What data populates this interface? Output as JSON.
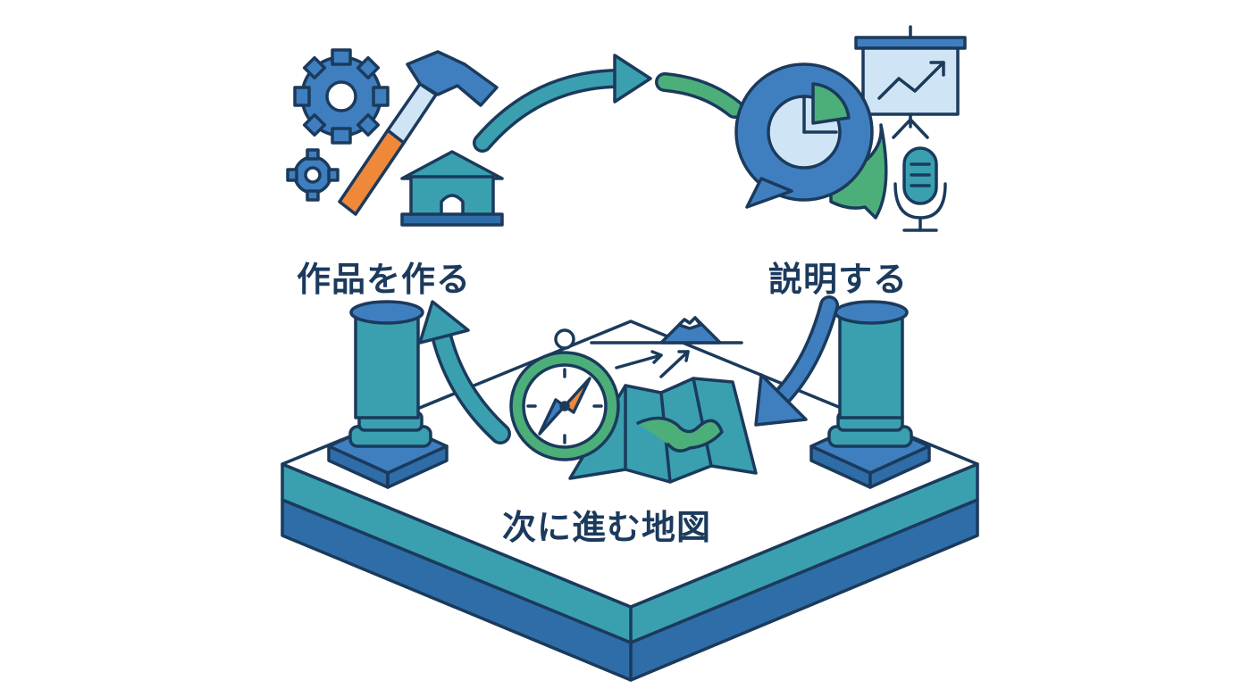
{
  "steps": {
    "make": "作品を作る",
    "explain": "説明する",
    "next_map": "次に進む地図"
  },
  "colors": {
    "outline": "#1b3a5c",
    "blue": "#3f7fbf",
    "teal": "#3aa0b0",
    "green": "#4caf7a",
    "orange": "#f0883a",
    "light_blue": "#cfe5f5"
  },
  "icons": [
    "gear-icon",
    "hammer-icon",
    "house-icon",
    "speech-bubble-icon",
    "pie-chart-icon",
    "presentation-board-icon",
    "microphone-icon",
    "compass-icon",
    "map-icon",
    "mountain-icon",
    "pillar-icon"
  ]
}
